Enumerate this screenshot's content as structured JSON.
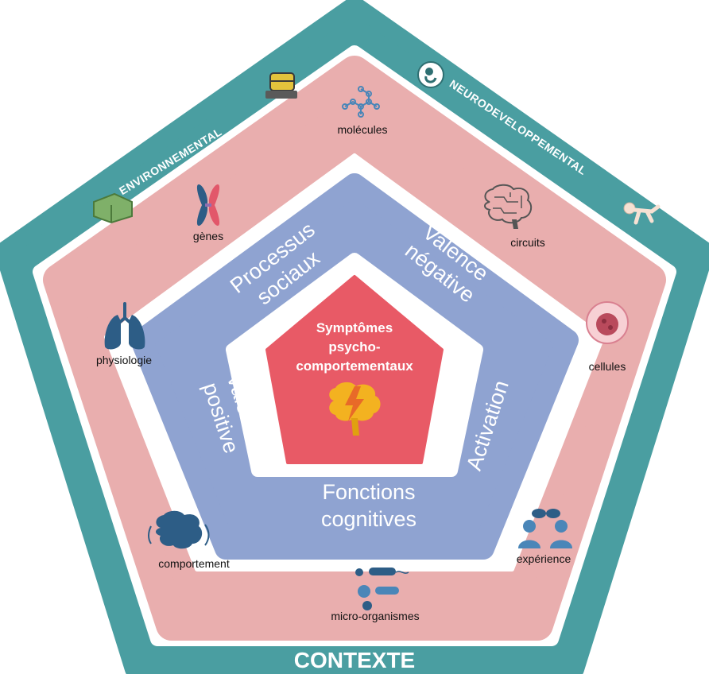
{
  "context": {
    "bottom_label": "CONTEXTE",
    "left_label": "ENVIRONNEMENTAL",
    "right_label": "NEURODEVELOPPEMENTAL"
  },
  "center": {
    "title_lines": [
      "Symptômes",
      "psycho-",
      "comportementaux"
    ]
  },
  "domains": {
    "processus_sociaux": [
      "Processus",
      "sociaux"
    ],
    "valence_negative": [
      "Valence",
      "négative"
    ],
    "activation": [
      "Activation"
    ],
    "fonctions_cognitives": [
      "Fonctions",
      "cognitives"
    ],
    "valence_positive": [
      "Valence",
      "positive"
    ]
  },
  "levels": {
    "molecules": "molécules",
    "genes": "gènes",
    "circuits": "circuits",
    "physiologie": "physiologie",
    "cellules": "cellules",
    "comportement": "comportement",
    "experience": "expérience",
    "micro_organismes": "micro-organismes"
  },
  "colors": {
    "context_ring": "#4a9ea1",
    "levels_ring": "#e9aeae",
    "domains_ring": "#8fa3d1",
    "center": "#e85a66",
    "icon_blue": "#2d5d86",
    "icon_light_blue": "#4a86b8",
    "brain_yellow": "#f3b220",
    "bolt": "#e86a28"
  },
  "icons": [
    "molecule-icon",
    "chromosome-icon",
    "brain-circuit-icon",
    "lungs-icon",
    "cell-icon",
    "brain-behavior-icon",
    "people-talking-icon",
    "microbes-icon",
    "brain-lightning-icon",
    "fetus-icon",
    "baby-icon",
    "book-icon",
    "barrel-icon"
  ]
}
